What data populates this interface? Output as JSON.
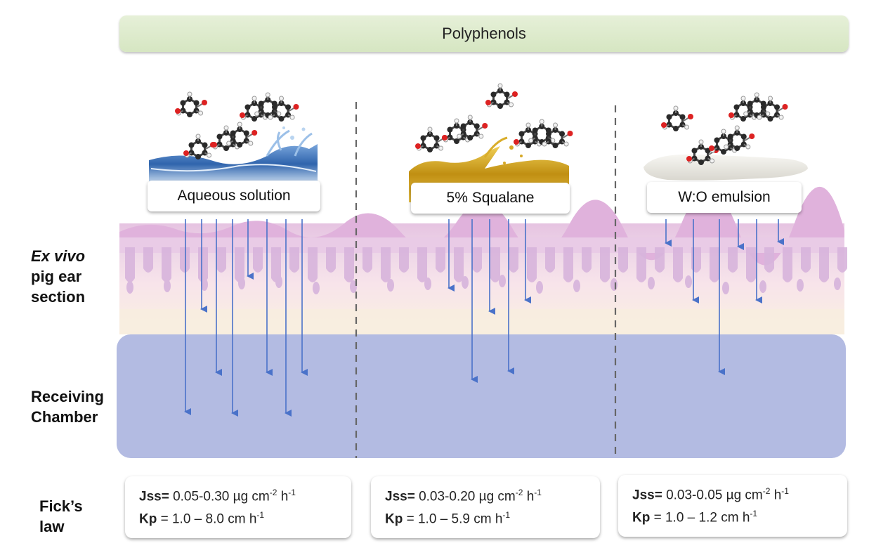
{
  "title": "Polyphenols",
  "row_labels": {
    "skin_line1": "Ex vivo",
    "skin_line2": "pig ear",
    "skin_line3": "section",
    "chamber_line1": "Receiving",
    "chamber_line2": "Chamber",
    "ficks_line1": "Fick’s",
    "ficks_line2": "law"
  },
  "vehicles": [
    {
      "label": "Aqueous solution",
      "jss_label": "Jss=",
      "jss_value": "0.05-0.30 µg cm",
      "jss_exp": "-2",
      "jss_unit": " h",
      "jss_unit_exp": "-1",
      "kp_label": "Kp",
      "kp_value": " = 1.0 – 8.0 cm h",
      "kp_exp": "-1"
    },
    {
      "label": "5% Squalane",
      "jss_label": "Jss=",
      "jss_value": "0.03-0.20 µg cm",
      "jss_exp": "-2",
      "jss_unit": " h",
      "jss_unit_exp": "-1",
      "kp_label": "Kp",
      "kp_value": " = 1.0 – 5.9 cm h",
      "kp_exp": "-1"
    },
    {
      "label": "W:O emulsion",
      "jss_label": "Jss=",
      "jss_value": "0.03-0.05 µg cm",
      "jss_exp": "-2",
      "jss_unit": " h",
      "jss_unit_exp": "-1",
      "kp_label": "Kp",
      "kp_value": " = 1.0 – 1.2 cm h",
      "kp_exp": "-1"
    }
  ],
  "colors": {
    "banner": "#dde9cd",
    "skin_top": "#e4bfe0",
    "skin_papillae": "#d5b3dc",
    "dermis": "#f8e3ea",
    "hypodermis": "#f8eee0",
    "chamber": "#b3bbe2",
    "arrow": "#4a72c9",
    "water": "#3c6fb8",
    "oil": "#c79a18",
    "emulsion": "#ecebe6"
  },
  "icons": [
    "molecule-icon",
    "water-splash-icon",
    "oil-splash-icon",
    "cream-smear-icon"
  ]
}
